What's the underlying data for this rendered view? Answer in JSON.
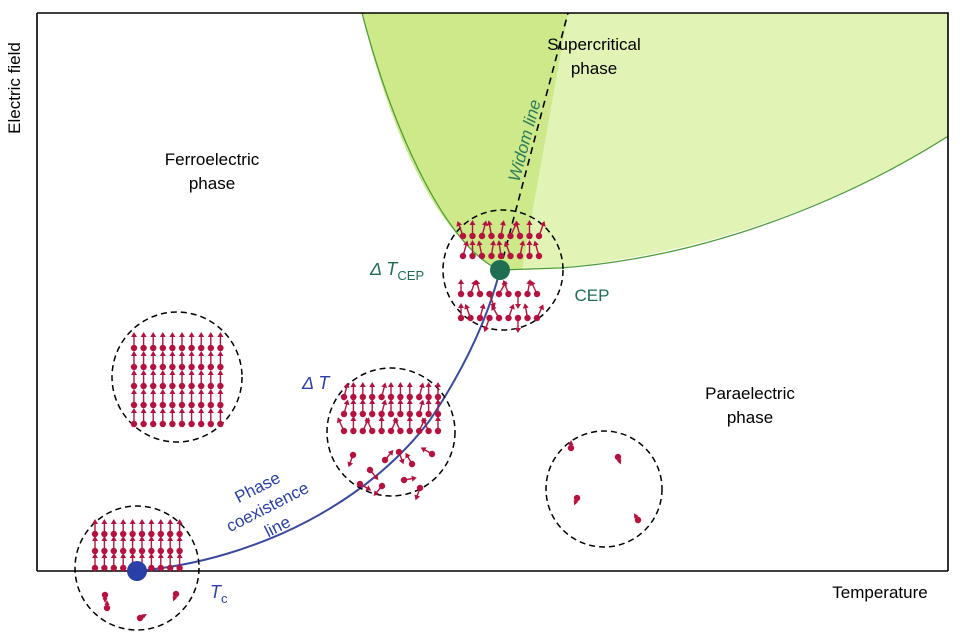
{
  "axes": {
    "y_label": "Electric field",
    "x_label": "Temperature"
  },
  "regions": {
    "ferroelectric": [
      "Ferroelectric",
      "phase"
    ],
    "paraelectric": [
      "Paraelectric",
      "phase"
    ],
    "supercritical": [
      "Supercritical",
      "phase"
    ]
  },
  "lines": {
    "widom": "Widom line",
    "coexistence": [
      "Phase",
      "coexistence",
      "line"
    ]
  },
  "points": {
    "cep": "CEP",
    "tc": "T",
    "tc_sub": "c",
    "delta_t_cep": "Δ T",
    "delta_t_cep_sub": "CEP",
    "delta_t": "Δ T"
  },
  "colors": {
    "dipole": "#b5123f",
    "coexistence_line": "#3a4aa0",
    "tc_point": "#2b3fa8",
    "cep_point": "#1f6e52",
    "supercritical_dark": "#cde98a",
    "supercritical_light": "#e1f4b6",
    "region_edge": "#4f9d3a",
    "label_green": "#2e7d5a",
    "label_blue": "#2b3fa8"
  },
  "icons": [
    "dipole-arrow-icon",
    "dipole-dot-icon"
  ]
}
